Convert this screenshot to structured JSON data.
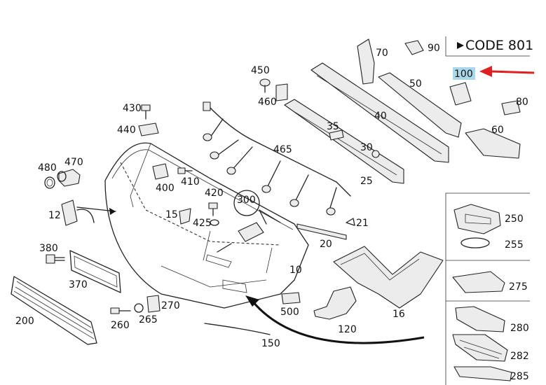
{
  "code_label": "CODE 801",
  "highlight_color": "#a8d8ea",
  "arrow_color": "#e02020",
  "parts": {
    "p10": "10",
    "p12": "12",
    "p15": "15",
    "p16": "16",
    "p20": "20",
    "p21": "21",
    "p25": "25",
    "p30": "30",
    "p35": "35",
    "p40": "40",
    "p50": "50",
    "p60": "60",
    "p70": "70",
    "p80": "80",
    "p90": "90",
    "p100": "100",
    "p120": "120",
    "p150": "150",
    "p200": "200",
    "p250": "250",
    "p255": "255",
    "p260": "260",
    "p265": "265",
    "p270": "270",
    "p275": "275",
    "p280": "280",
    "p282": "282",
    "p285": "285",
    "p300": "300",
    "p370": "370",
    "p380": "380",
    "p400": "400",
    "p410": "410",
    "p420": "420",
    "p425": "425",
    "p430": "430",
    "p440": "440",
    "p450": "450",
    "p460": "460",
    "p465": "465",
    "p470": "470",
    "p480": "480",
    "p500": "500"
  }
}
